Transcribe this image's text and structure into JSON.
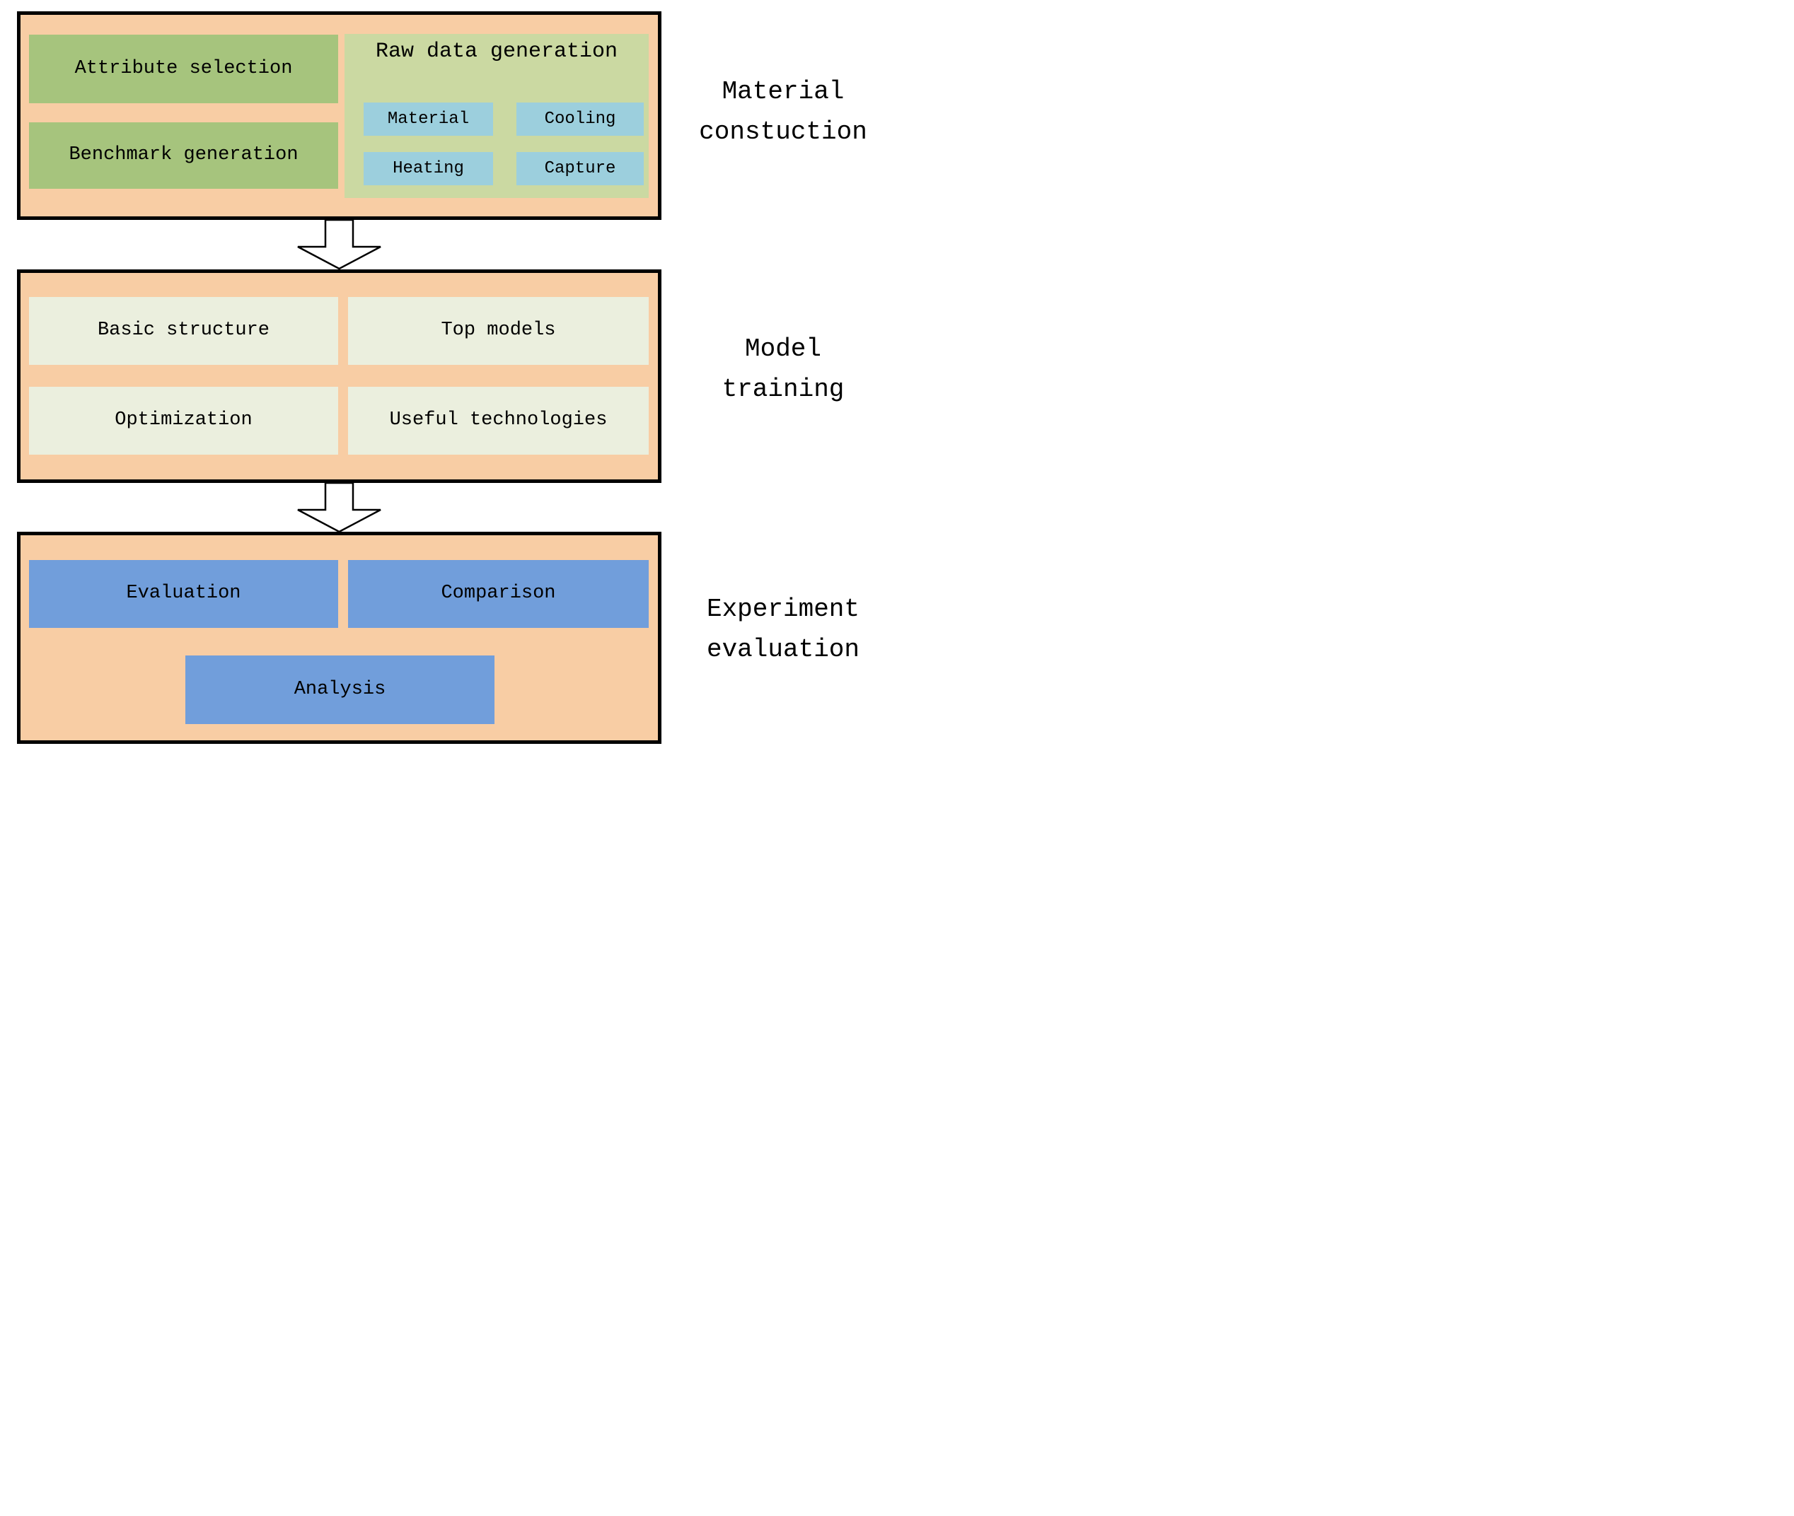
{
  "colors": {
    "panel_background": "#F8CDA4",
    "panel_border": "#000000",
    "green_box": "#A6C47D",
    "light_green_container": "#CBD9A2",
    "cyan_box": "#9CCFDD",
    "cream_box": "#EBEFDE",
    "blue_box": "#719EDB",
    "arrow_fill": "#ffffff",
    "page_background": "#ffffff"
  },
  "panels": {
    "material_construction": {
      "side_label_line1": "Material",
      "side_label_line2": "constuction",
      "attribute_selection": "Attribute selection",
      "benchmark_generation": "Benchmark generation",
      "raw_data": {
        "title": "Raw data generation",
        "items": [
          "Material",
          "Cooling",
          "Heating",
          "Capture"
        ]
      }
    },
    "model_training": {
      "side_label_line1": "Model",
      "side_label_line2": "training",
      "basic_structure": "Basic structure",
      "top_models": "Top models",
      "optimization": "Optimization",
      "useful_technologies": "Useful technologies"
    },
    "experiment_evaluation": {
      "side_label_line1": "Experiment",
      "side_label_line2": "evaluation",
      "evaluation": "Evaluation",
      "comparison": "Comparison",
      "analysis": "Analysis"
    }
  }
}
